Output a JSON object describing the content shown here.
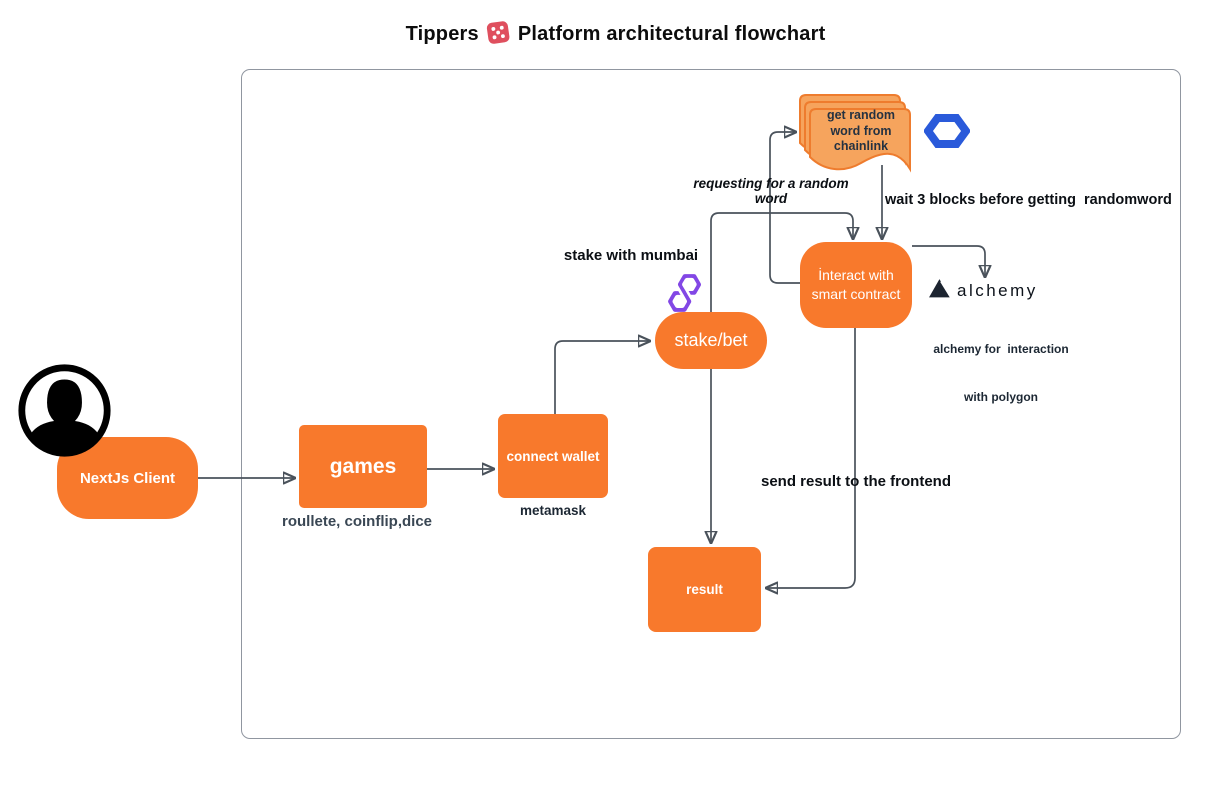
{
  "title": {
    "prefix": "Tippers",
    "suffix": "Platform architectural flowchart"
  },
  "nodes": {
    "nextjs_client": {
      "label": "NextJs Client"
    },
    "games": {
      "label": "games",
      "caption": "roullete, coinflip,dice"
    },
    "connect_wallet": {
      "label": "connect wallet",
      "caption": "metamask"
    },
    "stake_bet": {
      "label": "stake/bet"
    },
    "interact_smart_contract": {
      "label": "İnteract with smart contract"
    },
    "result": {
      "label": "result"
    },
    "chainlink_doc": {
      "label": "get random word from chainlink"
    }
  },
  "edge_labels": {
    "stake_with_mumbai": "stake with mumbai",
    "requesting_random_word": "requesting for a random word",
    "wait_blocks": "wait 3 blocks before getting  randomword",
    "send_result": "send result to the frontend"
  },
  "logos": {
    "alchemy": {
      "wordmark": "alchemy",
      "caption_line1": "alchemy for  interaction",
      "caption_line2": "with polygon"
    },
    "chainlink": {
      "name": "chainlink hexagon logo"
    },
    "polygon": {
      "name": "polygon (matic) logo"
    }
  },
  "icons": {
    "user_icon": "person silhouette in circle",
    "dice_icon": "red game die"
  },
  "colors": {
    "node_orange": "#f8792c",
    "doc_fill": "#f6a45d",
    "doc_stroke": "#ee7c2e",
    "edge_gray": "#4a525b",
    "frame_border": "#9096a0",
    "chainlink_blue": "#2a5ada",
    "polygon_purple": "#8247e5",
    "dice_red": "#df4f5e",
    "text_dark": "#0b0f14"
  }
}
